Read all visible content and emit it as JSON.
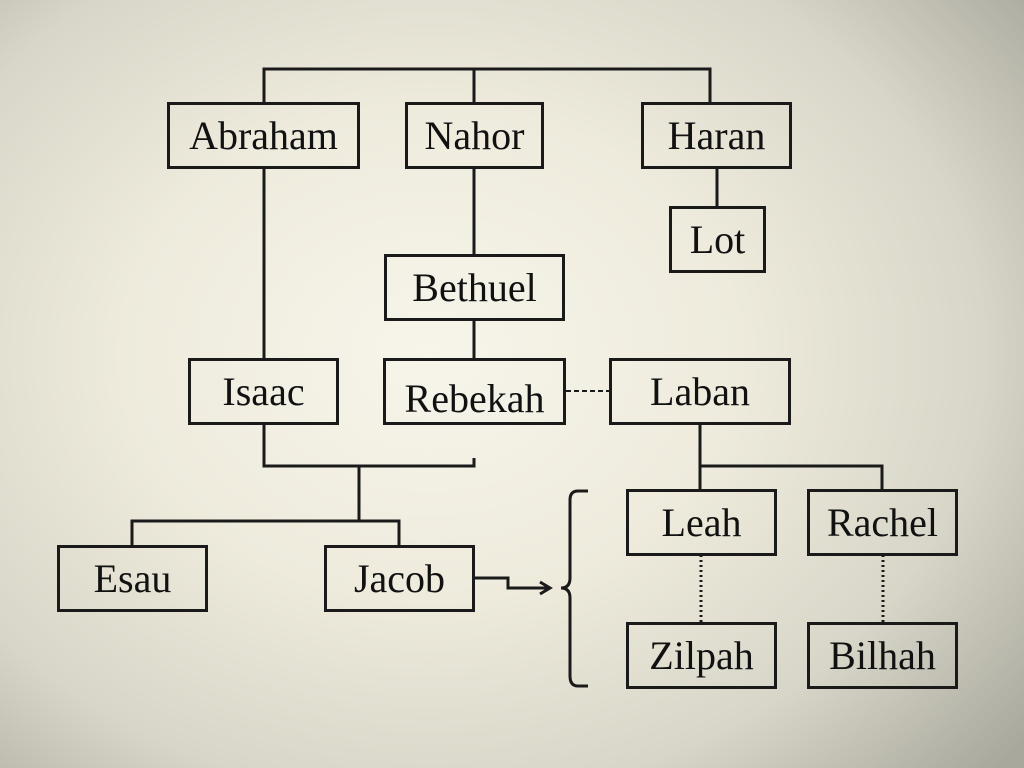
{
  "diagram": {
    "nodes": {
      "abraham": "Abraham",
      "nahor": "Nahor",
      "haran": "Haran",
      "lot": "Lot",
      "bethuel": "Bethuel",
      "isaac": "Isaac",
      "rebekah": "Rebekah",
      "laban": "Laban",
      "esau": "Esau",
      "jacob": "Jacob",
      "leah": "Leah",
      "rachel": "Rachel",
      "zilpah": "Zilpah",
      "bilhah": "Bilhah"
    }
  },
  "colors": {
    "line": "#1a1a1a",
    "text": "#111111",
    "background_center": "#f7f5ea",
    "background_edge": "#a9a89d"
  }
}
